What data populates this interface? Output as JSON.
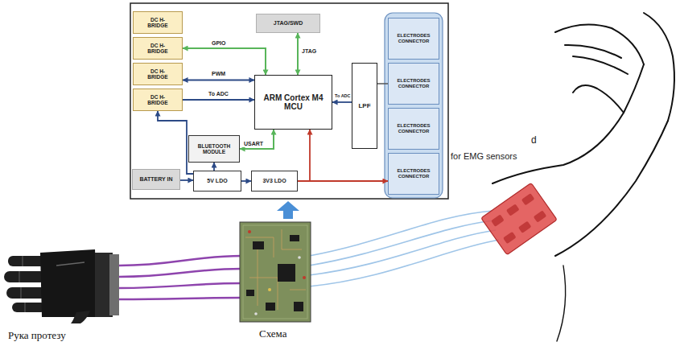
{
  "diagram": {
    "nodes": [
      {
        "text": [
          "DC H-BRIDGE"
        ]
      },
      {
        "text": [
          "DC H-BRIDGE"
        ]
      },
      {
        "text": [
          "DC H-BRIDGE"
        ]
      },
      {
        "text": [
          "DC H-BRIDGE"
        ]
      },
      {
        "text": [
          "JTAG/SWD"
        ]
      },
      {
        "text": [
          "ARM Cortex M4 MCU"
        ]
      },
      {
        "text": [
          "LPF"
        ]
      },
      {
        "text": [
          "ELECTRODES CONNECTOR"
        ]
      },
      {
        "text": [
          "ELECTRODES CONNECTOR"
        ]
      },
      {
        "text": [
          "ELECTRODES CONNECTOR"
        ]
      },
      {
        "text": [
          "ELECTRODES CONNECTOR"
        ]
      },
      {
        "text": [
          "BLUETOOTH MODULE"
        ]
      },
      {
        "text": [
          "BATTERY IN"
        ]
      },
      {
        "text": [
          "5V LDO"
        ]
      },
      {
        "text": [
          "3V3 LDO"
        ]
      }
    ],
    "edges": [
      {
        "from": 1,
        "to": 5,
        "arrow": "both",
        "label": "GPIO"
      },
      {
        "from": 2,
        "to": 5,
        "arrow": "both",
        "label": "PWM"
      },
      {
        "from": 3,
        "to": 5,
        "arrow": "to",
        "label": "To ADC"
      },
      {
        "from": 4,
        "to": 5,
        "arrow": "both",
        "label": "JTAG"
      },
      {
        "from": 11,
        "to": 5,
        "arrow": "both",
        "label": "USART"
      },
      {
        "from": 6,
        "to": 5,
        "arrow": "to",
        "label": "To ADC"
      },
      {
        "from": 8,
        "to": 6,
        "arrow": "none"
      },
      {
        "from": 12,
        "to": 13,
        "arrow": "to"
      },
      {
        "from": 13,
        "to": 14,
        "arrow": "to"
      },
      {
        "from": 13,
        "to": 11,
        "arrow": "to"
      },
      {
        "from": 13,
        "to": 3,
        "arrow": "to"
      },
      {
        "from": 14,
        "to": 5,
        "arrow": "to"
      },
      {
        "from": 14,
        "to": 10,
        "arrow": "to"
      }
    ],
    "labels": [
      "d",
      "for EMG sensors",
      "Рука протезу",
      "Схема"
    ]
  }
}
